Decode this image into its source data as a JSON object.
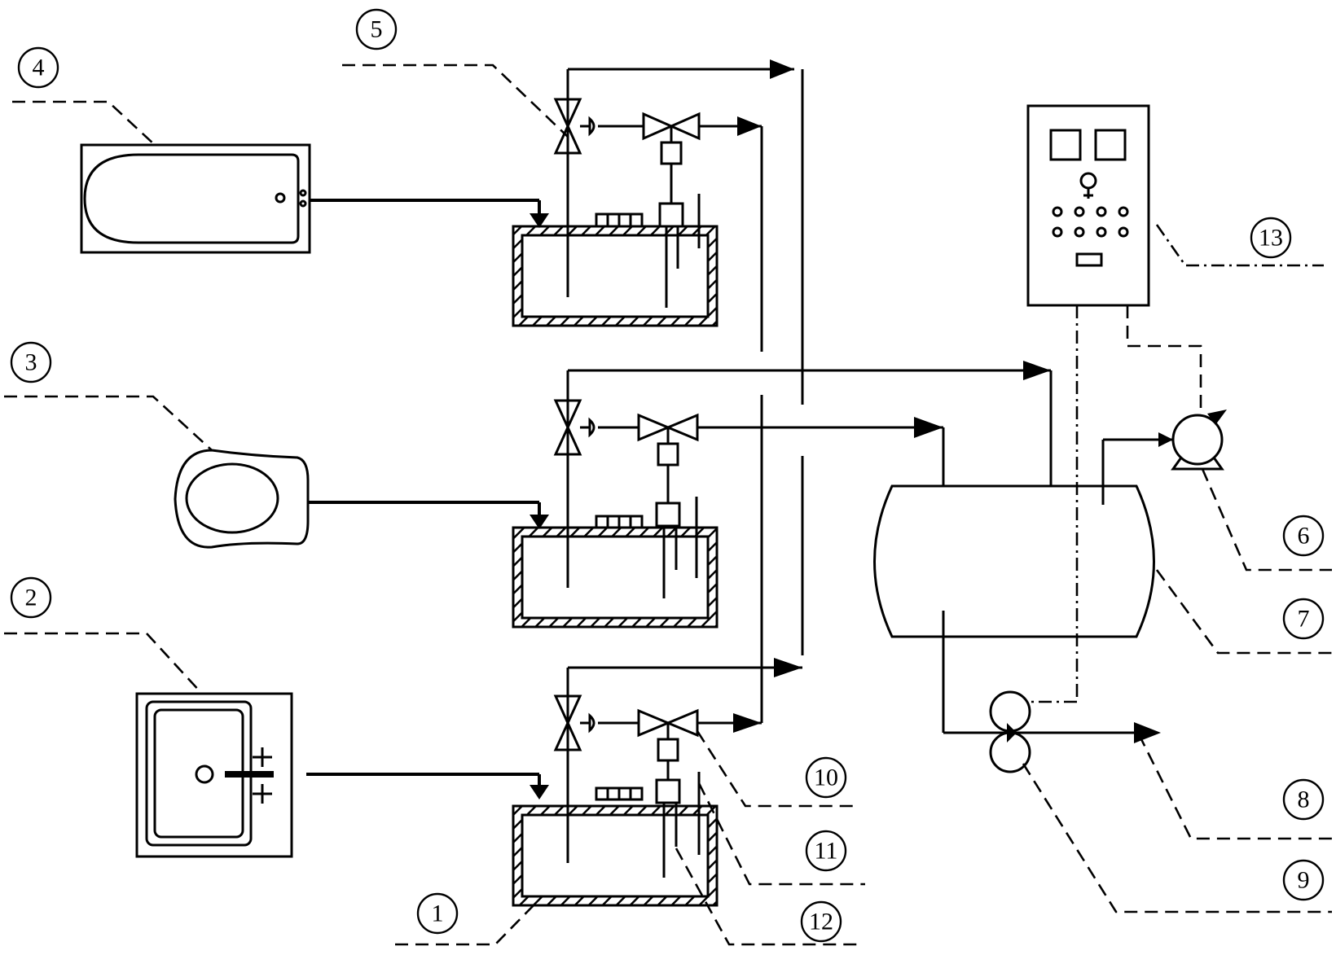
{
  "labels": {
    "n1": "1",
    "n2": "2",
    "n3": "3",
    "n4": "4",
    "n5": "5",
    "n6": "6",
    "n7": "7",
    "n8": "8",
    "n9": "9",
    "n10": "10",
    "n11": "11",
    "n12": "12",
    "n13": "13"
  },
  "icons": {
    "bathtub": "bathtub-icon",
    "toilet": "toilet-icon",
    "washbasin": "washbasin-icon",
    "control_cabinet": "control-cabinet-icon",
    "pump": "pump-icon",
    "flow_meter": "flow-meter-icon"
  }
}
